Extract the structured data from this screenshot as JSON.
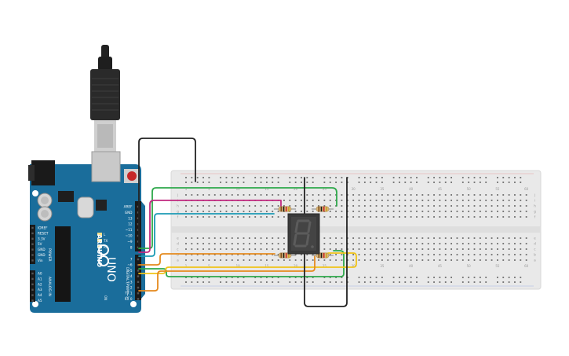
{
  "arduino": {
    "brand": "ARDUINO",
    "model": "UNO",
    "header_digital_top": [
      "AREF",
      "GND",
      "13",
      "12",
      "~11",
      "~10",
      "~9",
      "8"
    ],
    "header_digital_bottom": [
      "7",
      "~6",
      "~5",
      "4",
      "~3",
      "2",
      "TX 1",
      "RX 0"
    ],
    "header_power": [
      "IOREF",
      "RESET",
      "3.3V",
      "5V",
      "GND",
      "GND",
      "Vin"
    ],
    "header_analog": [
      "A0",
      "A1",
      "A2",
      "A3",
      "A4",
      "A5"
    ],
    "label_digital": "DIGITAL (PWM ~)",
    "label_power": "POWER",
    "label_analog": "ANALOG IN",
    "label_l": "L",
    "label_tx": "TX",
    "label_rx": "RX",
    "label_on": "ON"
  },
  "breadboard": {
    "column_numbers": [
      "1",
      "5",
      "10",
      "15",
      "20",
      "25",
      "30",
      "35",
      "40",
      "45",
      "50",
      "55",
      "60"
    ],
    "row_letters": [
      "j",
      "i",
      "h",
      "g",
      "f",
      "e",
      "d",
      "c",
      "b",
      "a"
    ]
  },
  "display": {
    "digit": "8"
  },
  "colors": {
    "board": "#1a6d9b",
    "breadboard": "#e9e9e9",
    "wire_green": "#2da84a",
    "wire_magenta": "#c0287f",
    "wire_teal": "#1c9bb5",
    "wire_orange": "#e58a1e",
    "wire_yellow": "#f0c419",
    "wire_black": "#222222",
    "segment": "#4a4a4a"
  }
}
